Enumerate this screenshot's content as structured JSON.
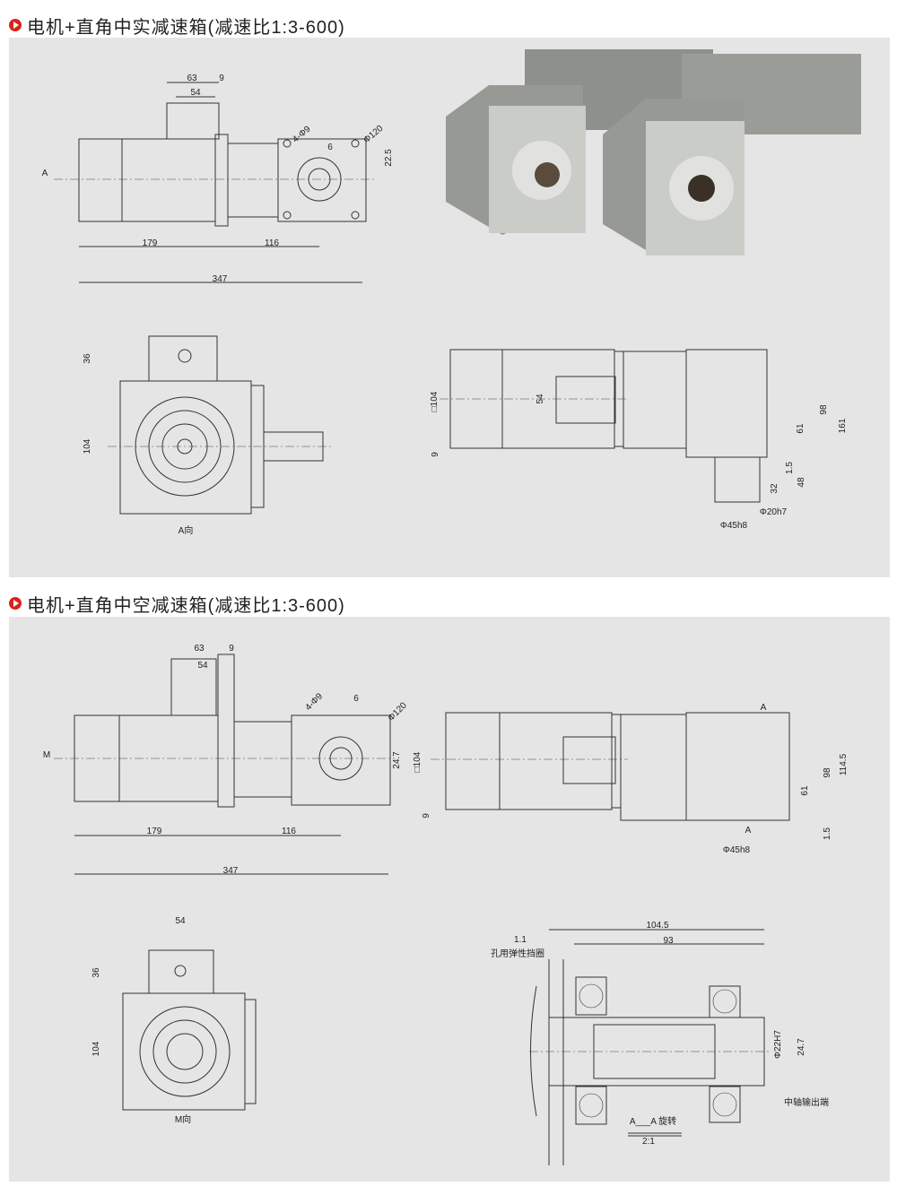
{
  "section1": {
    "title": "电机+直角中实减速箱(减速比1:3-600)",
    "dims": [
      "63",
      "9",
      "54",
      "4-Φ9",
      "Φ120",
      "6",
      "22.5",
      "A",
      "179",
      "116",
      "347",
      "36",
      "104",
      "A向",
      "□104",
      "54",
      "98",
      "61",
      "161",
      "9",
      "1.5",
      "48",
      "32",
      "Φ20h7",
      "Φ45h8"
    ]
  },
  "section2": {
    "title": "电机+直角中空减速箱(减速比1:3-600)",
    "dims": [
      "63",
      "9",
      "54",
      "4-Φ9",
      "6",
      "Φ120",
      "M",
      "24.7",
      "179",
      "116",
      "347",
      "□104",
      "9",
      "A",
      "A",
      "98",
      "61",
      "114.5",
      "1.5",
      "Φ45h8",
      "54",
      "36",
      "104",
      "M向",
      "104.5",
      "93",
      "1.1",
      "孔用弹性挡圈",
      "Φ22H7",
      "24.7",
      "中轴输出端",
      "A___A 旋转",
      "2:1"
    ]
  },
  "colors": {
    "accent": "#d8231e",
    "panel": "#e5e5e6",
    "motor": "#8e918b"
  }
}
